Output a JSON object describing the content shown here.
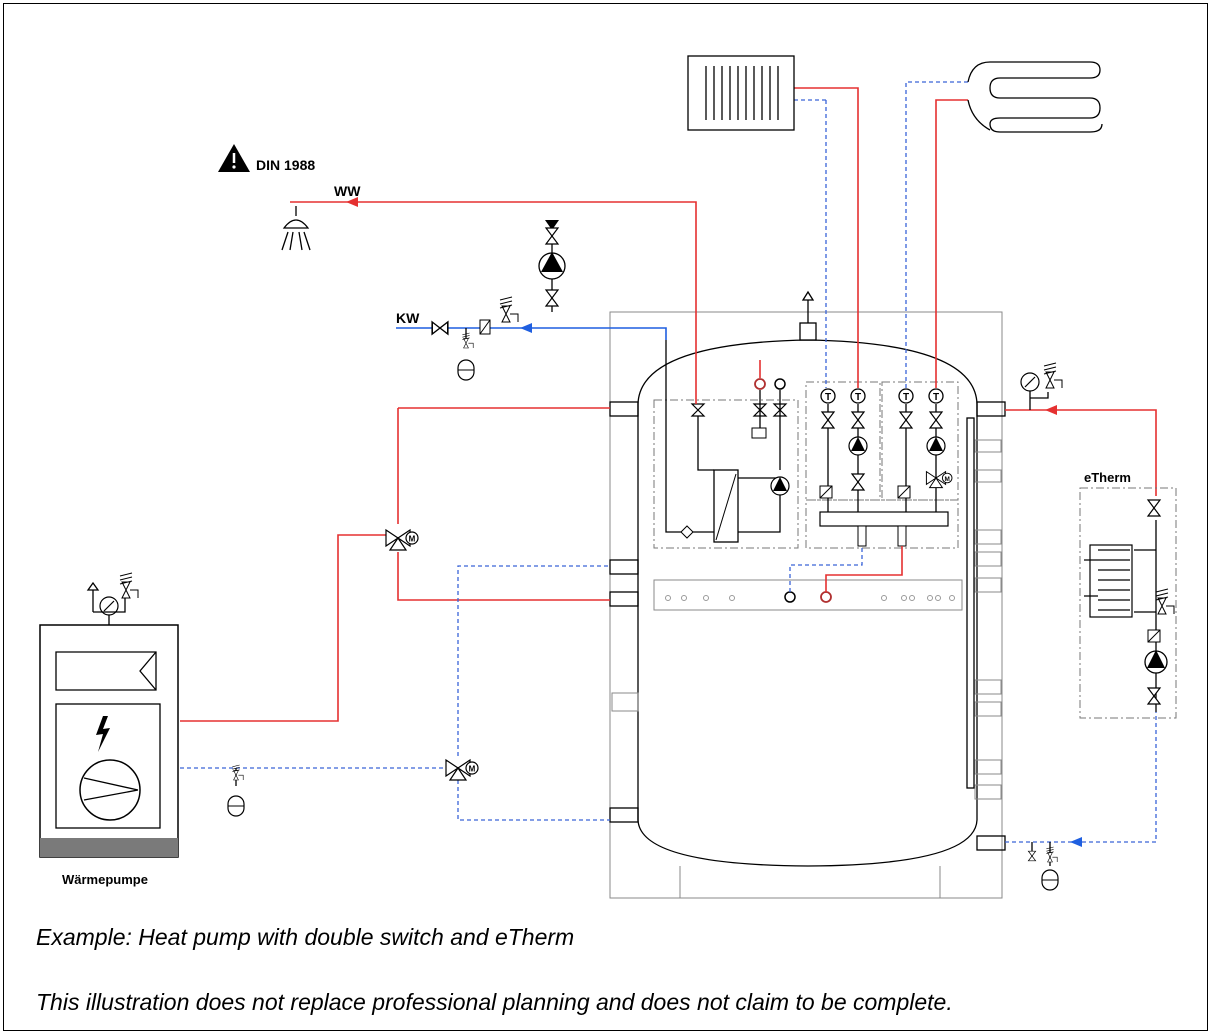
{
  "labels": {
    "din": "DIN 1988",
    "ww": "WW",
    "kw": "KW",
    "etherm": "eTherm",
    "heat_pump": "Wärmepumpe"
  },
  "captions": {
    "example": "Example: Heat pump with double switch and eTherm",
    "disclaimer": "This illustration does not replace professional planning and does not claim to be complete."
  },
  "symbols": {
    "temperature": "T",
    "motor": "M"
  },
  "colors": {
    "supply_hot": "#e53030",
    "return_cold": "#3a64d8",
    "cold_water": "#1f5fe0",
    "outline": "#000000",
    "tank_outline": "#8a8a8a"
  },
  "icons": [
    "warning-icon",
    "shower-icon",
    "radiator-icon",
    "floor-heating-icon",
    "pump-icon",
    "motor-valve-icon",
    "expansion-vessel-icon",
    "pressure-gauge-icon",
    "safety-valve-icon",
    "lightning-icon",
    "compressor-icon"
  ]
}
